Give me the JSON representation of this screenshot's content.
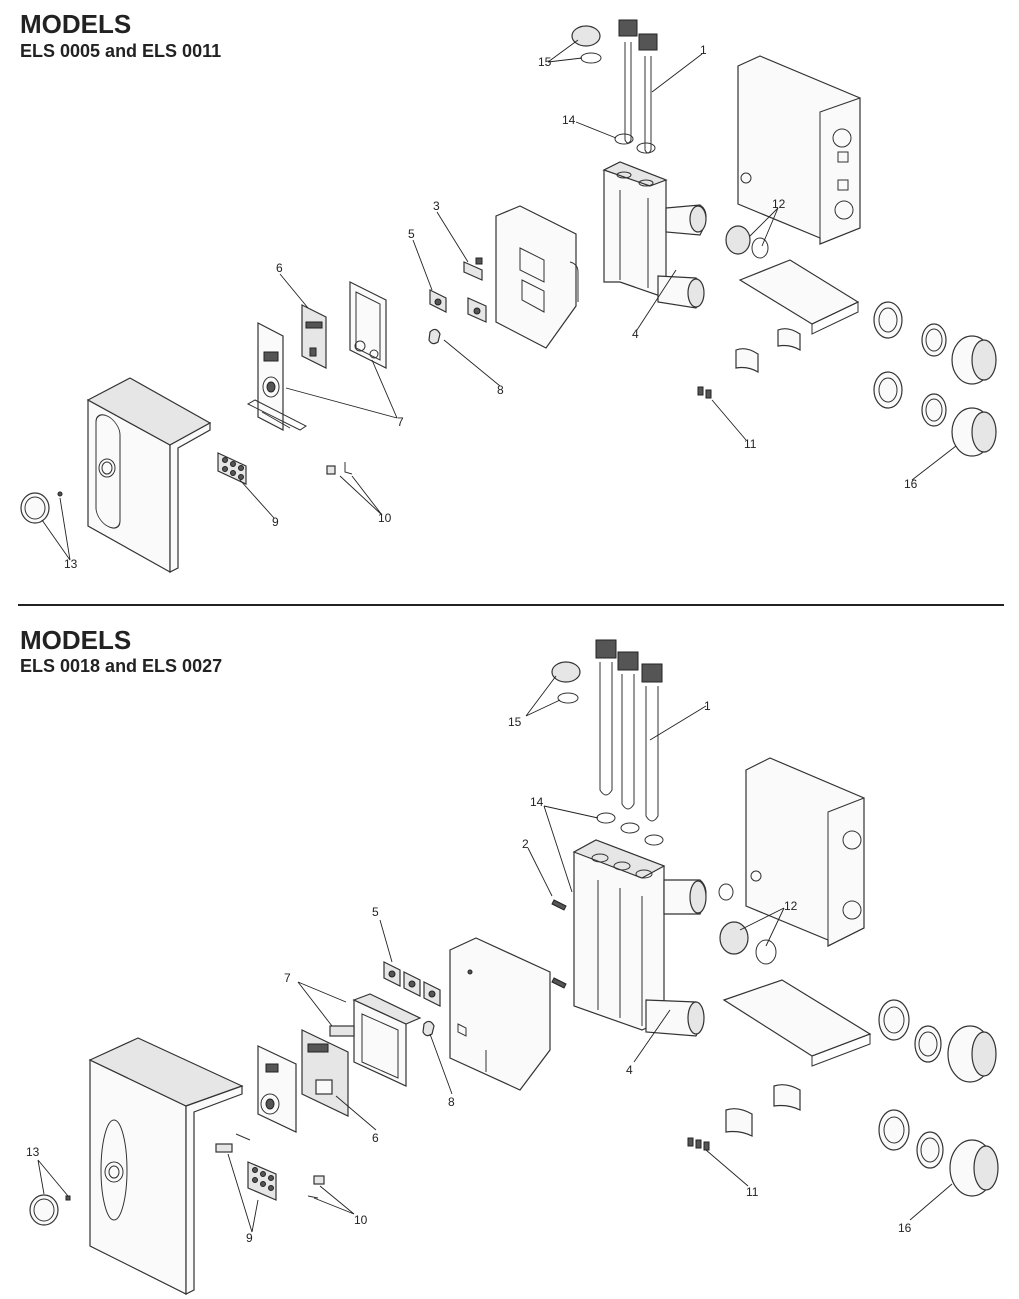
{
  "sections": [
    {
      "heading": "MODELS",
      "models": "ELS 0005 and ELS 0011",
      "callouts": [
        "1",
        "3",
        "4",
        "5",
        "6",
        "7",
        "8",
        "9",
        "10",
        "11",
        "12",
        "13",
        "14",
        "15",
        "16"
      ]
    },
    {
      "heading": "MODELS",
      "models": "ELS 0018 and ELS 0027",
      "callouts": [
        "1",
        "2",
        "4",
        "5",
        "6",
        "7",
        "8",
        "9",
        "10",
        "11",
        "12",
        "13",
        "14",
        "15",
        "16"
      ]
    }
  ]
}
